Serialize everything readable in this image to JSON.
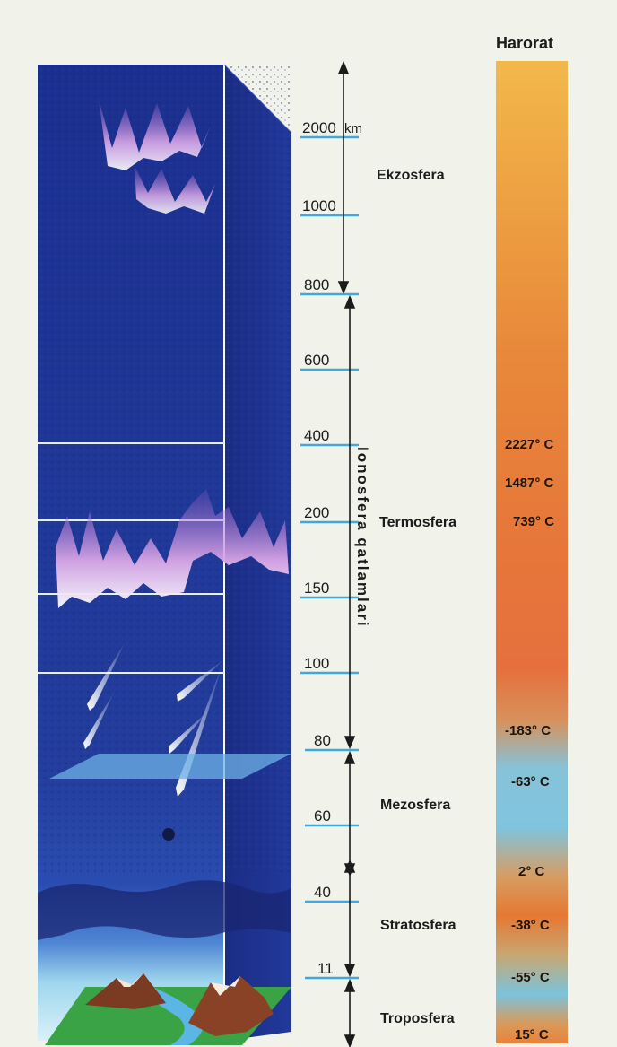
{
  "temperature_column": {
    "title": "Harorat",
    "readings": [
      "2227° C",
      "1487° C",
      "739° C",
      "-183° C",
      "-63° C",
      "2° C",
      "-38° C",
      "-55° C",
      "15° C"
    ]
  },
  "altitude_scale": {
    "unit": "km",
    "marks": [
      "2000",
      "1000",
      "800",
      "600",
      "400",
      "200",
      "150",
      "100",
      "80",
      "60",
      "40",
      "11"
    ]
  },
  "layers": {
    "ekzosfera": "Ekzosfera",
    "termosfera": "Termosfera",
    "mezosfera": "Mezosfera",
    "stratosfera": "Stratosfera",
    "troposfera": "Troposfera",
    "ionosfera": "Ionosfera qatlamlari"
  },
  "colors": {
    "atmosphere_blue": "#1e3c9a",
    "scale_line": "#3fa9d8",
    "temp_warm": "#e0702e",
    "temp_cold": "#7cc3dc"
  }
}
